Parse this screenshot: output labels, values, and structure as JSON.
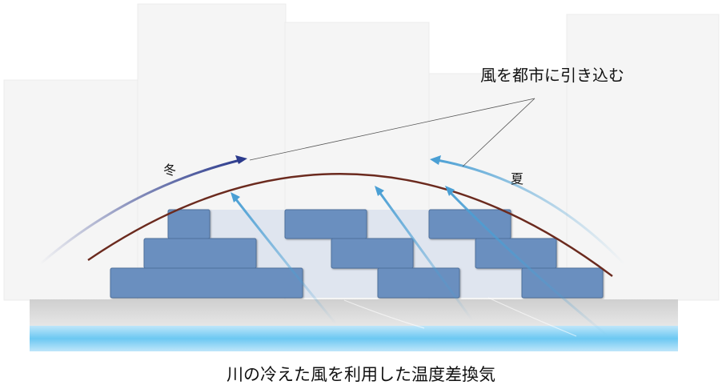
{
  "diagram": {
    "intake_label": "風を都市に引き込む",
    "winter_label": "冬",
    "summer_label": "夏",
    "caption": "川の冷えた風を利用した温度差換気"
  },
  "colors": {
    "building_silhouette": "#f5f5f5",
    "building_block": "#6b8fbf",
    "building_block_light": "#dfe5ef",
    "ground": "#d4d4d4",
    "river": "#8fd3f4",
    "winter_arrow": "#2b3a8c",
    "summer_arrow": "#4a9fd4",
    "dome_curve": "#6b2a1e"
  },
  "icons": {
    "winter_arrow": "arrow-right",
    "summer_arrow": "arrow-left",
    "up_arrows": "arrow-up-left"
  }
}
